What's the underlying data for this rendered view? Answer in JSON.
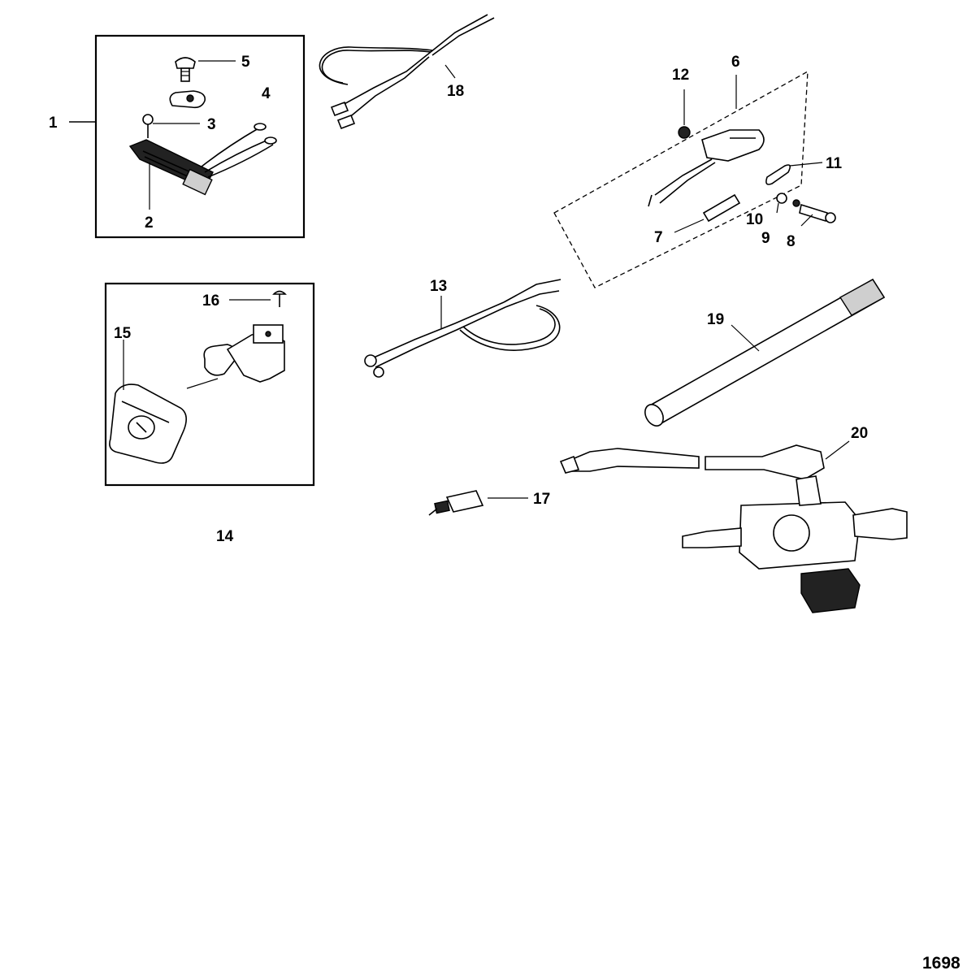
{
  "diagram": {
    "callouts": {
      "c1": "1",
      "c2": "2",
      "c3": "3",
      "c4": "4",
      "c5": "5",
      "c6": "6",
      "c7": "7",
      "c8": "8",
      "c9": "9",
      "c10": "10",
      "c11": "11",
      "c12": "12",
      "c13": "13",
      "c14": "14",
      "c15": "15",
      "c16": "16",
      "c17": "17",
      "c18": "18",
      "c19": "19",
      "c20": "20"
    },
    "figure_number": "1698"
  }
}
